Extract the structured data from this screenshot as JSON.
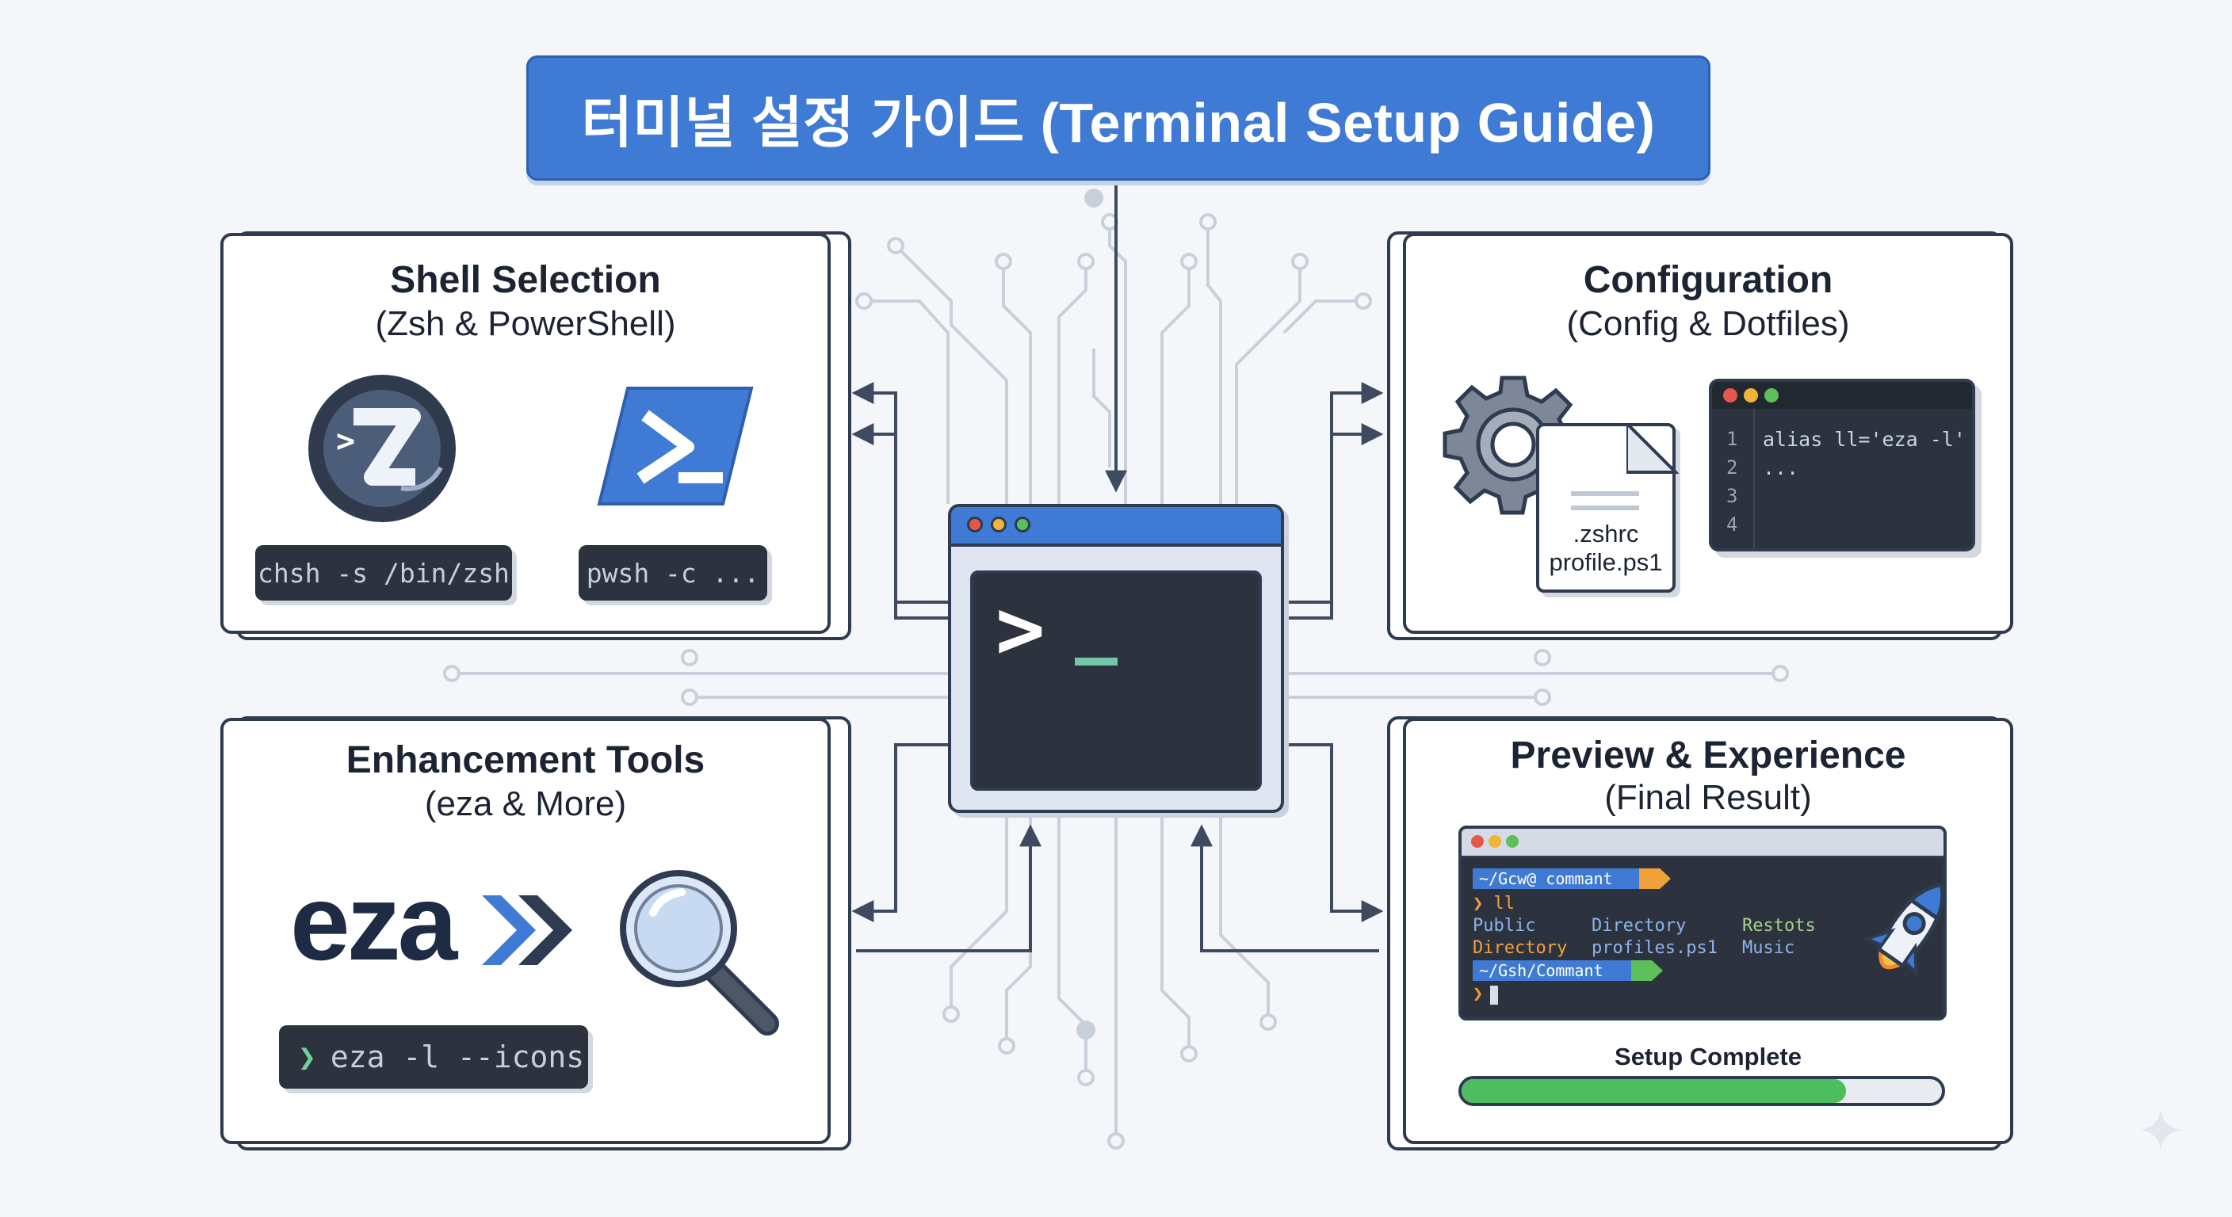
{
  "title": "터미널 설정 가이드 (Terminal Setup Guide)",
  "panels": {
    "shell": {
      "title": "Shell Selection",
      "subtitle": "(Zsh & PowerShell)",
      "zsh_cmd": "chsh -s /bin/zsh",
      "pwsh_cmd": "pwsh -c ..."
    },
    "config": {
      "title": "Configuration",
      "subtitle": "(Config & Dotfiles)",
      "file_1": ".zshrc",
      "file_2": "profile.ps1",
      "code_lines": [
        "alias ll='eza -l'",
        "..."
      ],
      "line_numbers": [
        "1",
        "2",
        "3",
        "4"
      ]
    },
    "tools": {
      "title": "Enhancement Tools",
      "subtitle": "(eza & More)",
      "logo": "eza",
      "prompt_symbol": "❯",
      "cmd": "eza -l --icons"
    },
    "preview": {
      "title": "Preview & Experience",
      "subtitle": "(Final Result)",
      "tag_1": "~/Gcw@ commant",
      "line_cmd": "❯ ll",
      "listing_row_1": [
        "Public",
        "Directory",
        "Restots"
      ],
      "listing_row_2": [
        "Directory",
        "profiles.ps1",
        "Music"
      ],
      "tag_2": "~/Gsh/Commant",
      "prompt_symbol": "❯",
      "status": "Setup Complete",
      "progress": 0.8
    }
  },
  "center_terminal": {
    "prompt": ">"
  },
  "colors": {
    "accent": "#3f7ad4",
    "dark": "#2c333f",
    "outline": "#2e3b50",
    "success": "#4dbd5f",
    "dot_red": "#e4574b",
    "dot_yellow": "#f0b43a",
    "dot_green": "#5cc05a"
  }
}
